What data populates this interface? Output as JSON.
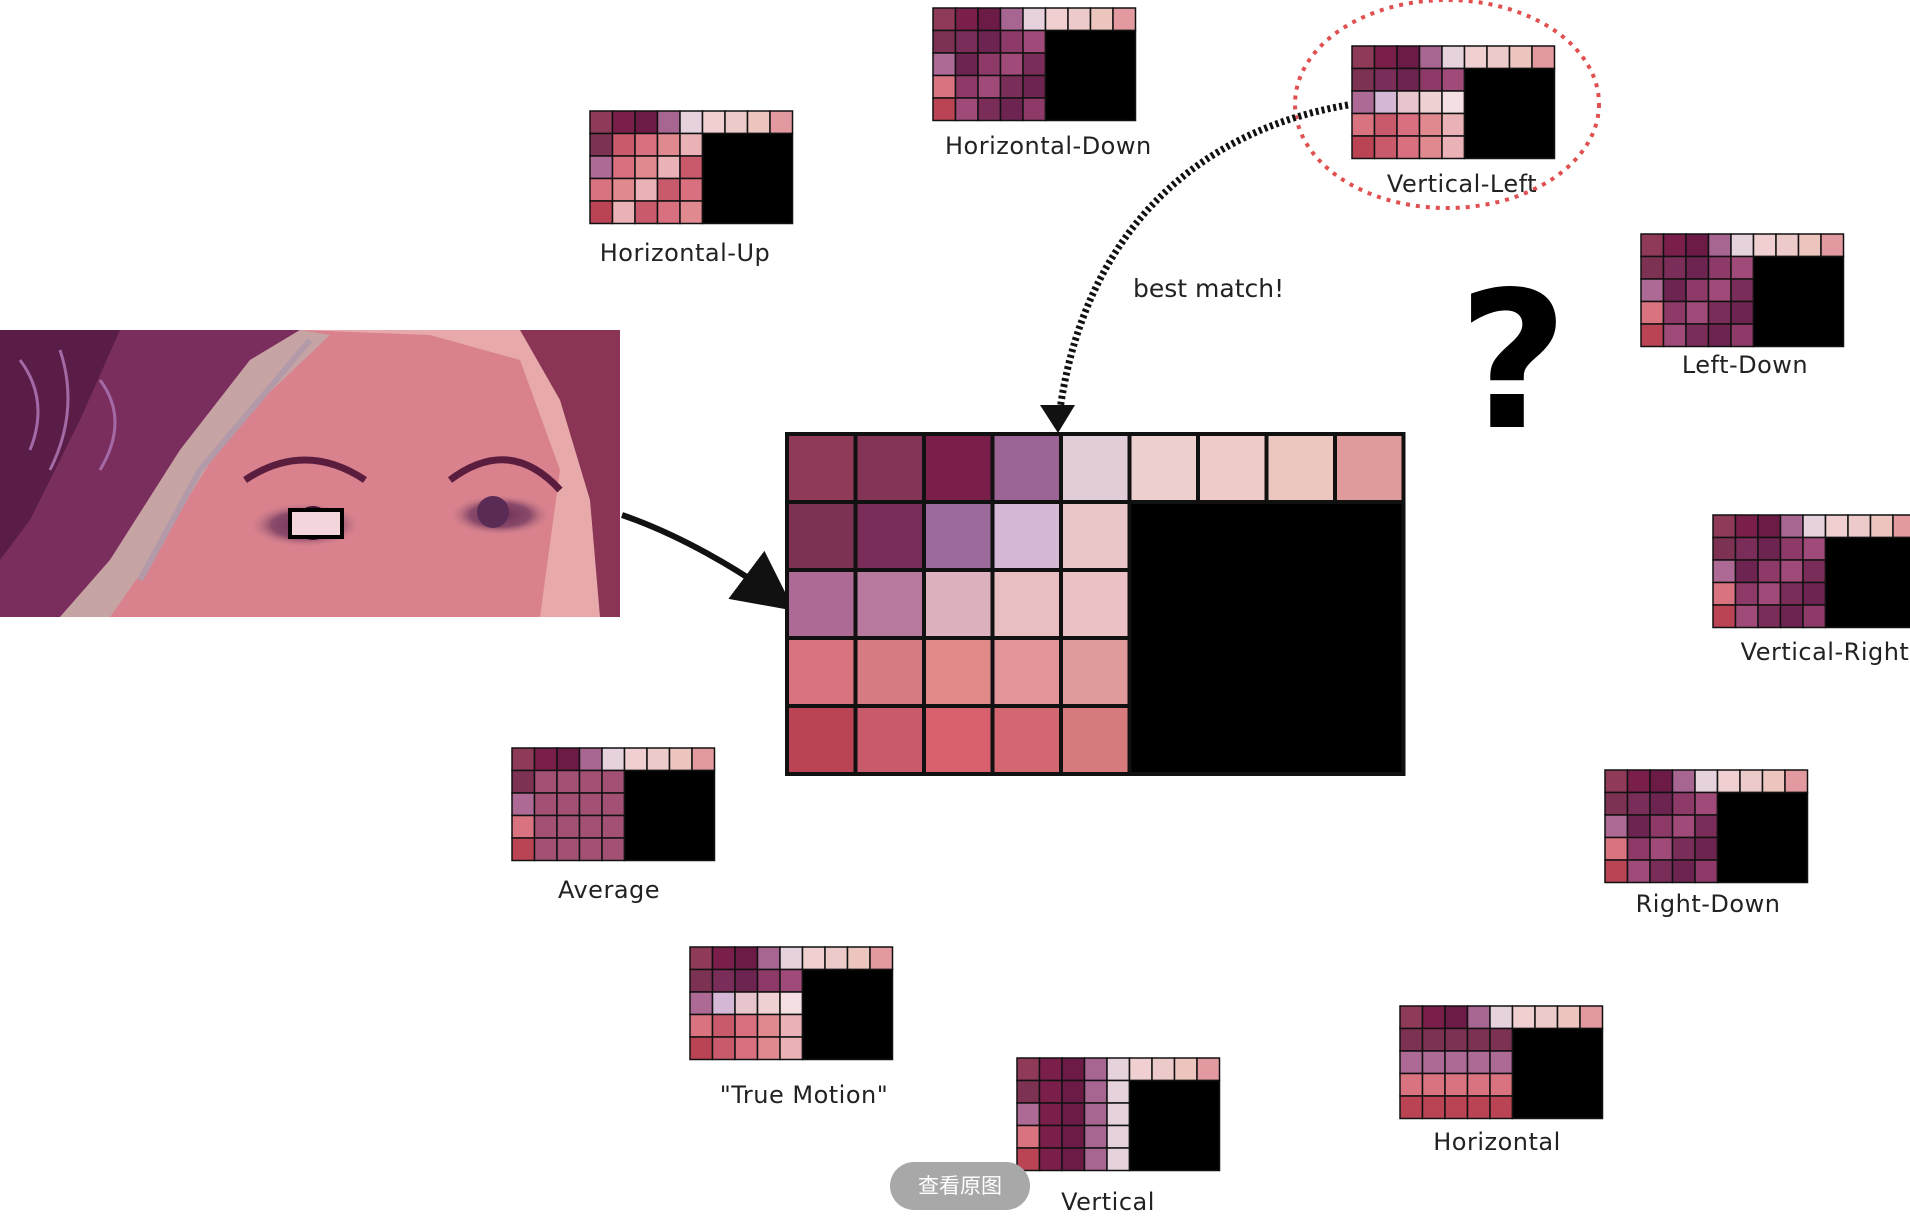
{
  "colors": {
    "top_row": [
      "#8e3a58",
      "#843456",
      "#7a1e4a",
      "#9b6494",
      "#e0cdd8",
      "#edcfd0",
      "#eecbc8",
      "#ecc7bf",
      "#df9a9c"
    ],
    "left_col": [
      "#7d3253",
      "#ad6a94",
      "#d9737f",
      "#bb4454"
    ],
    "grid": [
      [
        "#7a2d58",
        "#9c6a9b",
        "#d4b8d6",
        "#ebc6c9"
      ],
      [
        "#b8799e",
        "#ddb0bd",
        "#e9bec3",
        "#eac1c4"
      ],
      [
        "#d87c84",
        "#e28a8a",
        "#e3969a",
        "#e19a9b"
      ],
      [
        "#c85a6c",
        "#d9616e",
        "#d26671",
        "#d77a7e"
      ]
    ],
    "best_match_circle": "#e05050",
    "arrow": "#111111"
  },
  "diagram": {
    "best_match_text": "best match!",
    "question_mark": "?"
  },
  "modes": [
    {
      "key": "horizontal-down",
      "label": "Horizontal-Down",
      "style": "hd"
    },
    {
      "key": "vertical-left",
      "label": "Vertical-Left",
      "style": "vl"
    },
    {
      "key": "horizontal-up",
      "label": "Horizontal-Up",
      "style": "hu"
    },
    {
      "key": "left-down",
      "label": "Left-Down",
      "style": "ld"
    },
    {
      "key": "vertical-right",
      "label": "Vertical-Right",
      "style": "vr"
    },
    {
      "key": "right-down",
      "label": "Right-Down",
      "style": "rd"
    },
    {
      "key": "average",
      "label": "Average",
      "style": "avg"
    },
    {
      "key": "true-motion",
      "label": "\"True Motion\"",
      "style": "tm"
    },
    {
      "key": "horizontal",
      "label": "Horizontal",
      "style": "h"
    },
    {
      "key": "vertical",
      "label": "Vertical",
      "style": "v"
    }
  ],
  "ui": {
    "view_original_label": "查看原图"
  }
}
